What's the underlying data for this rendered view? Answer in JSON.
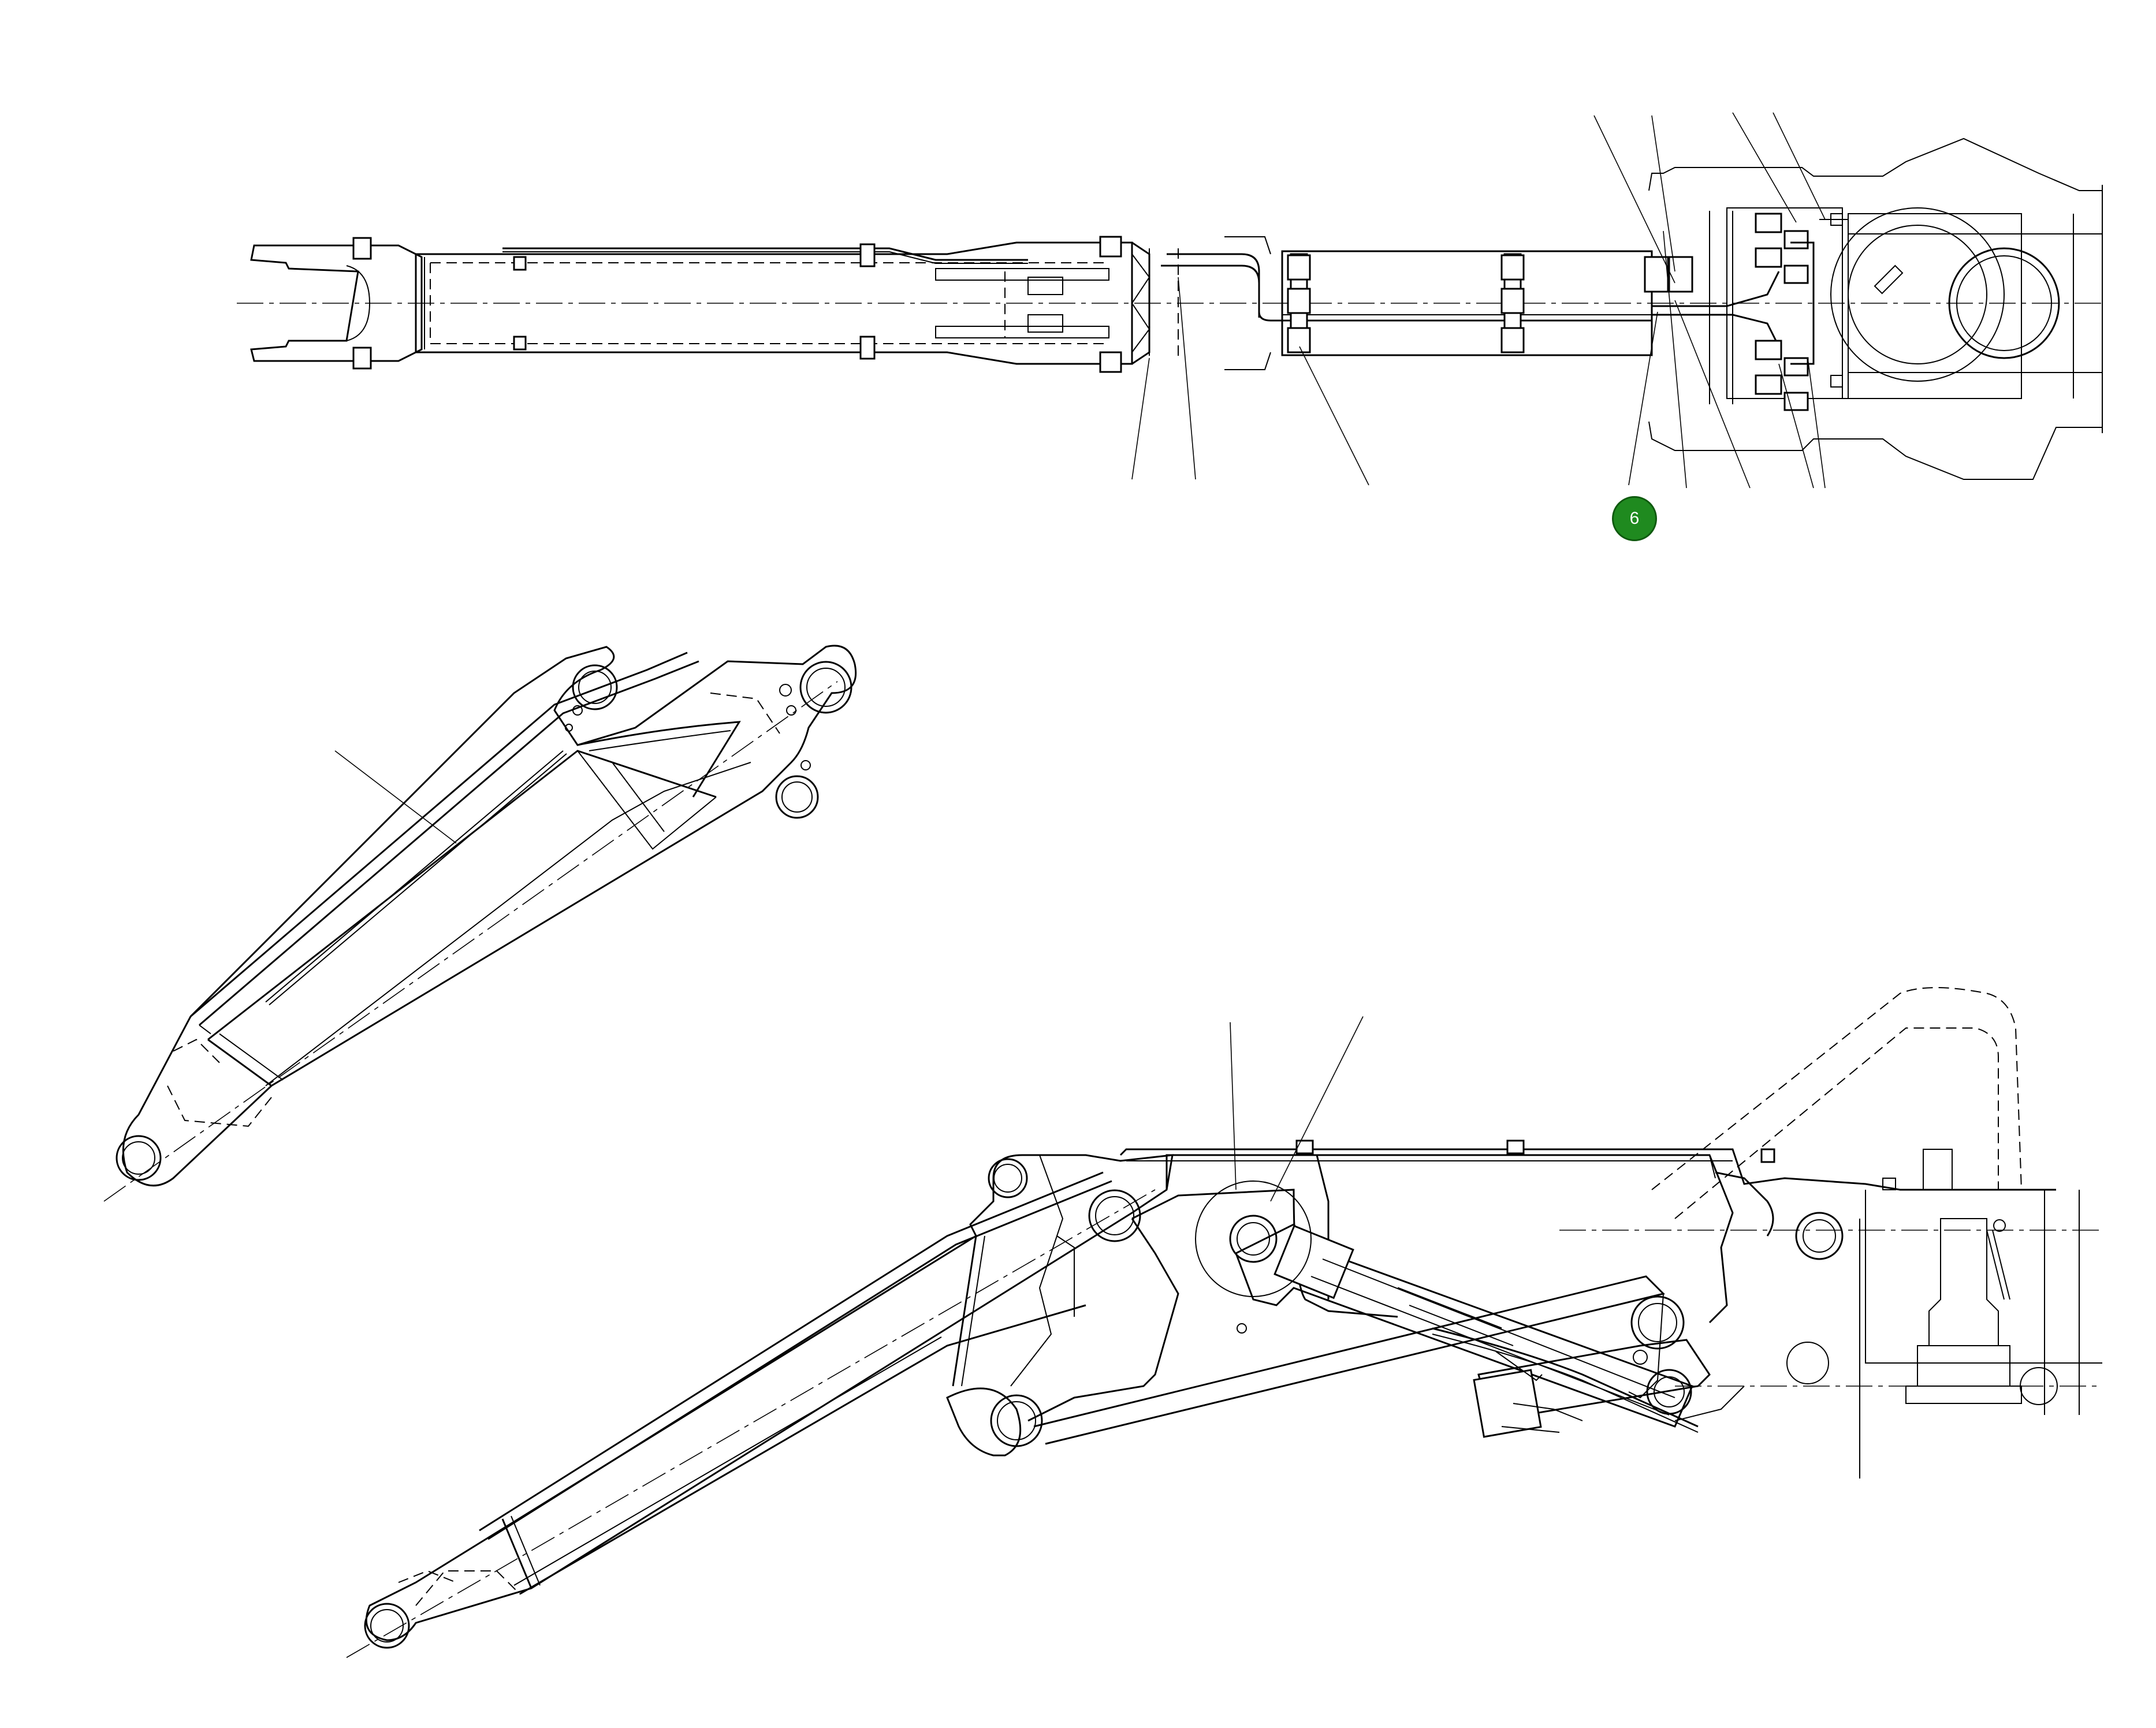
{
  "callout": {
    "label": "6",
    "color": "#1f8a1f"
  },
  "views": [
    {
      "id": "top-view"
    },
    {
      "id": "boom-isometric"
    },
    {
      "id": "boom-side-assembly"
    }
  ]
}
